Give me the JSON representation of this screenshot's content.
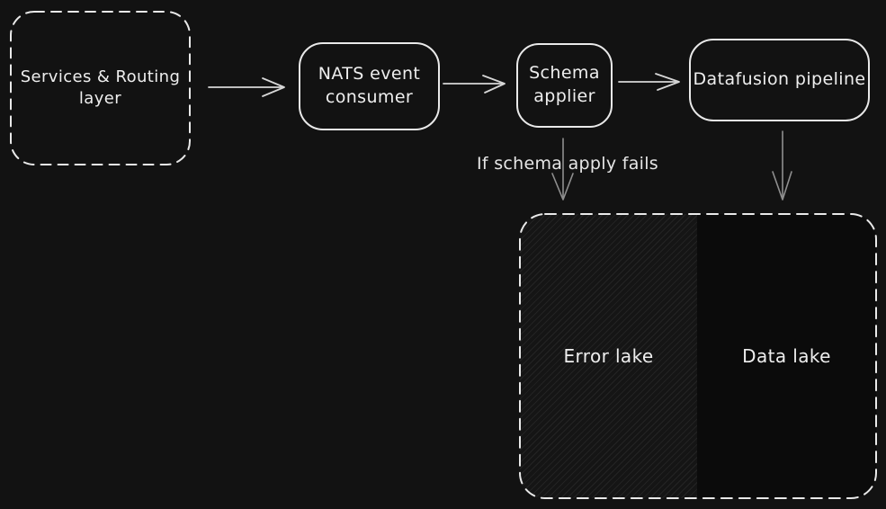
{
  "canvas": {
    "background_color": "#121212",
    "stroke_color": "#e9e9e9",
    "hatch_fill_color": "#232323",
    "lakes_fill_color": "#0b0b0b"
  },
  "nodes": {
    "services_routing": {
      "label": "Services & Routing layer",
      "border": "dashed"
    },
    "nats_consumer": {
      "label": "NATS event consumer",
      "border": "solid"
    },
    "schema_applier": {
      "label": "Schema applier",
      "border": "solid"
    },
    "datafusion_pipeline": {
      "label": "Datafusion pipeline",
      "border": "solid"
    },
    "error_lake": {
      "label": "Error lake",
      "fill": "hachure"
    },
    "data_lake": {
      "label": "Data lake",
      "fill": "solid"
    }
  },
  "annotations": {
    "schema_fail_condition": "If schema apply fails"
  },
  "edges": [
    {
      "from": "services_routing",
      "to": "nats_consumer",
      "direction": "right"
    },
    {
      "from": "nats_consumer",
      "to": "schema_applier",
      "direction": "right"
    },
    {
      "from": "schema_applier",
      "to": "datafusion_pipeline",
      "direction": "right"
    },
    {
      "from": "schema_applier",
      "to": "error_lake",
      "direction": "down",
      "condition": "If schema apply fails"
    },
    {
      "from": "datafusion_pipeline",
      "to": "data_lake",
      "direction": "down"
    }
  ]
}
